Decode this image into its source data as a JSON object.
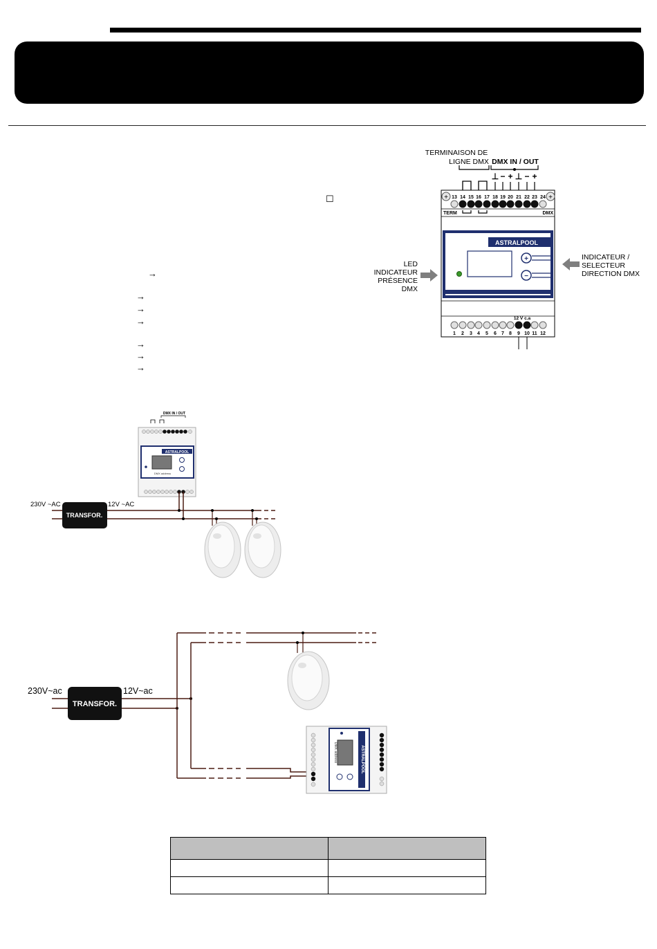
{
  "device_labels": {
    "termination_line1": "TERMINAISON DE",
    "termination_line2": "LIGNE DMX",
    "dmx_in_out": "DMX IN / OUT",
    "term": "TERM",
    "dmx": "DMX",
    "brand": "ASTRALPOOL",
    "led_label": [
      "LED",
      "INDICATEUR",
      "PRÉSENCE",
      "DMX"
    ],
    "indicator_label": [
      "INDICATEUR /",
      "SELECTEUR",
      "DIRECTION DMX"
    ],
    "supply": "12 V c.a",
    "top_terminals": [
      "13",
      "14",
      "15",
      "16",
      "17",
      "18",
      "19",
      "20",
      "21",
      "22",
      "23",
      "24"
    ],
    "bottom_terminals": [
      "1",
      "2",
      "3",
      "4",
      "5",
      "6",
      "7",
      "8",
      "9",
      "10",
      "11",
      "12"
    ],
    "polarity_symbols": [
      "⊥",
      "−",
      "+",
      "⊥",
      "−",
      "+"
    ]
  },
  "arrow_glyphs": [
    "→",
    "→",
    "→",
    "→",
    "→",
    "→",
    "→"
  ],
  "checkbox_glyph": "☐",
  "diagram1": {
    "voltage_in": "230V ~AC",
    "voltage_out": "12V ~AC",
    "transformer": "TRANSFOR.",
    "mini_dmx": "DMX IN / OUT",
    "mini_brand": "ASTRALPOOL",
    "mini_caption": "DMX address"
  },
  "diagram2": {
    "voltage_in": "230V~ac",
    "voltage_out": "12V~ac",
    "transformer": "TRANSFOR.",
    "mini_brand": "ASTRALPOOL",
    "mini_caption": "DMX address"
  },
  "table": {
    "rows": [
      [
        "",
        ""
      ],
      [
        "",
        ""
      ],
      [
        "",
        ""
      ]
    ]
  },
  "colors": {
    "brand_blue": "#1f2f6e",
    "led_green": "#3c9a2a",
    "arrow_gray": "#7f7f7f",
    "wire_brown": "#4a1a10"
  }
}
